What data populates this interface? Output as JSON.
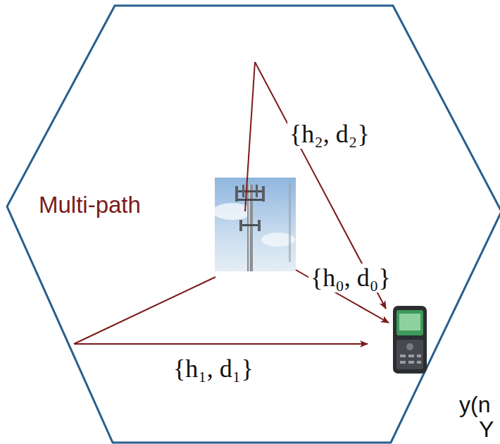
{
  "diagram": {
    "labels": [
      "Multi-path",
      "{h₂, d₂}",
      "{h₀, d₀}",
      "{h₁, d₁}",
      "y(n",
      "Y"
    ]
  }
}
